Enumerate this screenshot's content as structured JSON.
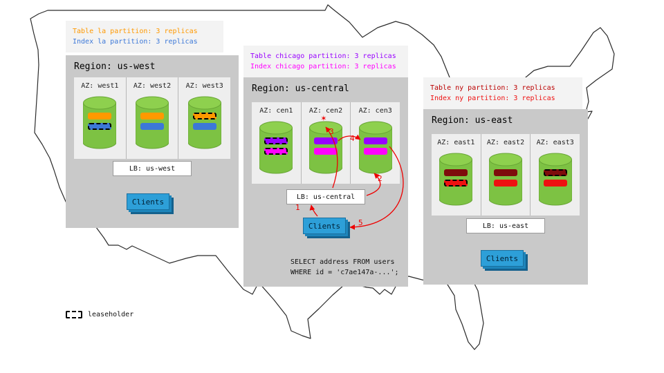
{
  "icons": {
    "star": "✶"
  },
  "legend": {
    "label": "leaseholder"
  },
  "colors": {
    "panel_bg": "#c9c9c9",
    "annotation_bg": "#f3f3f3",
    "cylinder_green": "#7dc243",
    "clients_blue": "#2d9fd8",
    "arrow_red": "#ee0000",
    "table_la": "#ff9900",
    "index_la": "#3c78d8",
    "table_chicago": "#9900ff",
    "index_chicago": "#ff00ff",
    "table_ny": "#7e0c0c",
    "index_ny": "#ee1111"
  },
  "query": {
    "sql": [
      "SELECT address FROM users",
      "WHERE id = 'c7ae147a-...';"
    ],
    "steps": [
      "1",
      "2",
      "3",
      "4",
      "5"
    ]
  },
  "regions": [
    {
      "id": "us-west",
      "title": "Region: us-west",
      "annotation": {
        "line1": "Table la partition: 3 replicas",
        "line2": "Index la partition: 3 replicas"
      },
      "lb": "LB: us-west",
      "clients": "Clients",
      "azs": [
        {
          "label": "AZ: west1",
          "table_leaseholder": false,
          "index_leaseholder": true
        },
        {
          "label": "AZ: west2",
          "table_leaseholder": false,
          "index_leaseholder": false
        },
        {
          "label": "AZ: west3",
          "table_leaseholder": true,
          "index_leaseholder": false
        }
      ]
    },
    {
      "id": "us-central",
      "title": "Region: us-central",
      "annotation": {
        "line1": "Table chicago partition: 3 replicas",
        "line2": "Index chicago partition: 3 replicas"
      },
      "lb": "LB: us-central",
      "clients": "Clients",
      "azs": [
        {
          "label": "AZ: cen1",
          "table_leaseholder": true,
          "index_leaseholder": true
        },
        {
          "label": "AZ: cen2",
          "table_leaseholder": false,
          "index_leaseholder": false
        },
        {
          "label": "AZ: cen3",
          "table_leaseholder": false,
          "index_leaseholder": false
        }
      ]
    },
    {
      "id": "us-east",
      "title": "Region: us-east",
      "annotation": {
        "line1": "Table ny partition: 3 replicas",
        "line2": "Index ny partition: 3 replicas"
      },
      "lb": "LB: us-east",
      "clients": "Clients",
      "azs": [
        {
          "label": "AZ: east1",
          "table_leaseholder": false,
          "index_leaseholder": true
        },
        {
          "label": "AZ: east2",
          "table_leaseholder": false,
          "index_leaseholder": false
        },
        {
          "label": "AZ: east3",
          "table_leaseholder": true,
          "index_leaseholder": false
        }
      ]
    }
  ]
}
